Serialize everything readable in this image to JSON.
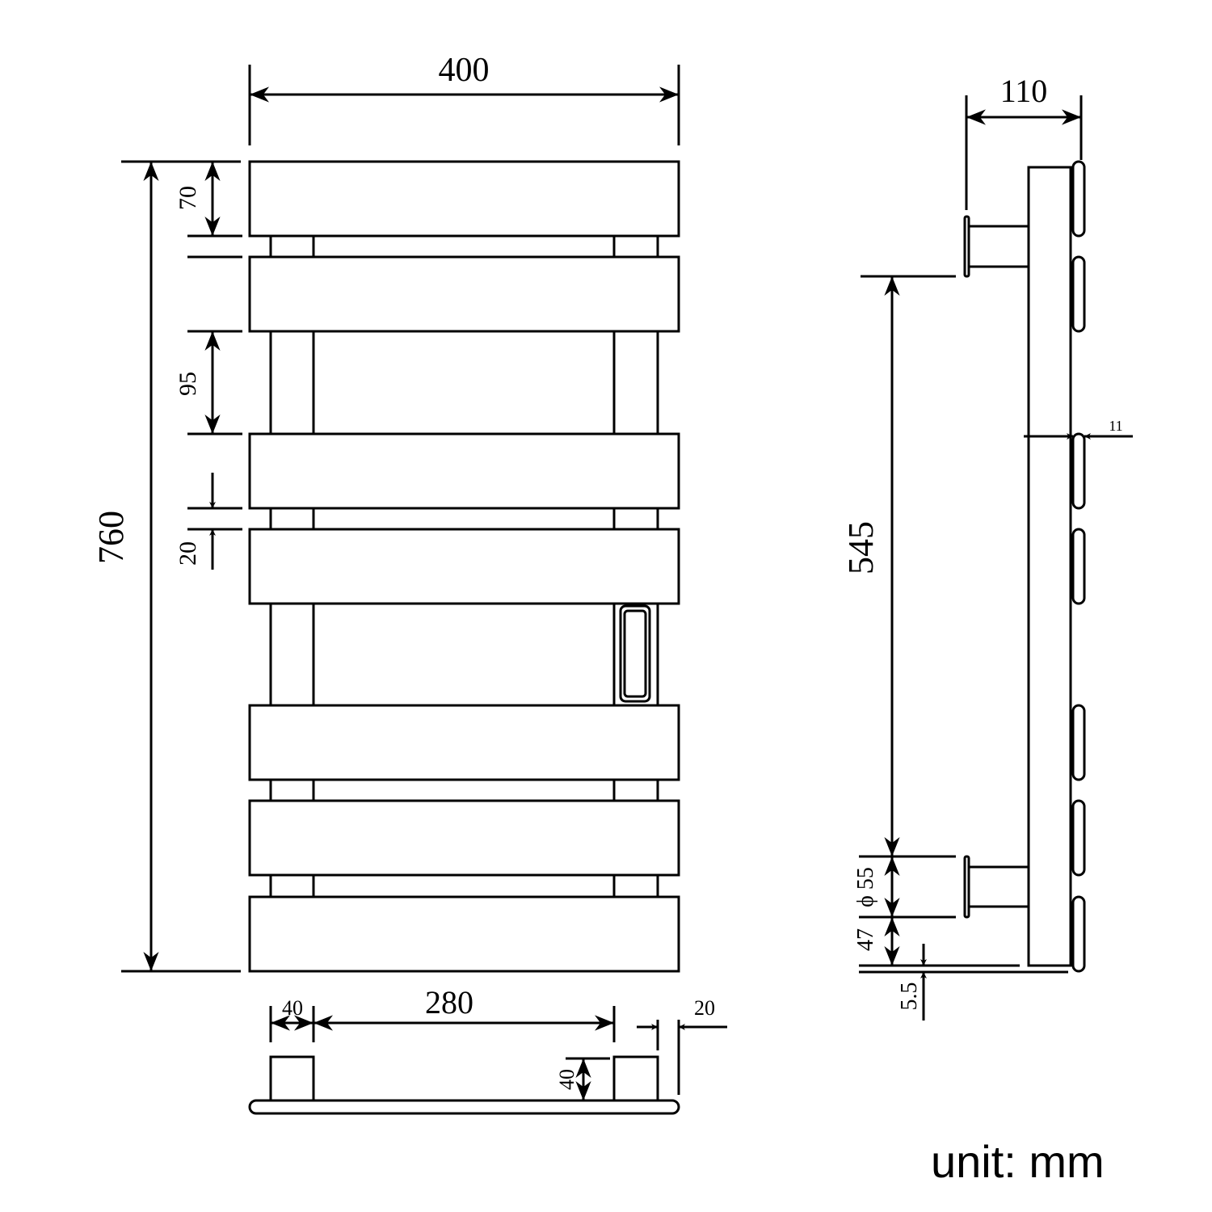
{
  "dimensions": {
    "width": "400",
    "height": "760",
    "top_gap": "70",
    "bar_gap": "95",
    "small_gap": "20",
    "pipe_width": "40",
    "pipe_spacing": "280",
    "bar_thickness": "20",
    "pipe_depth": "40",
    "depth": "110",
    "fin_thickness": "11",
    "bracket_spacing": "545",
    "bracket_diameter": "ϕ 55",
    "bottom_offset": "47",
    "bottom_gap": "5.5"
  },
  "unit_label": "unit: mm",
  "colors": {
    "line": "#000000",
    "background": "#ffffff"
  }
}
